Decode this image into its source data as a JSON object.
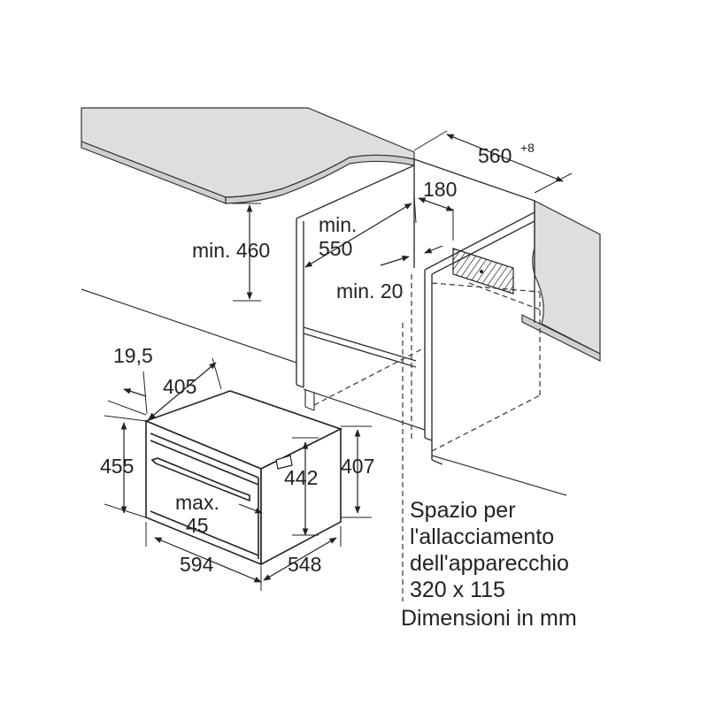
{
  "labels": {
    "w_cabinet": "560",
    "w_cabinet_tol": "+8",
    "gap_top": "180",
    "h_min_460": "min. 460",
    "d_min_550_a": "min.",
    "d_min_550_b": "550",
    "gap_min_20": "min. 20",
    "offset_19_5": "19,5",
    "h_405": "405",
    "h_455": "455",
    "h_442": "442",
    "h_407": "407",
    "max_a": "max.",
    "max_b": "45",
    "w_594": "594",
    "d_548": "548"
  },
  "note": {
    "line1": "Spazio per",
    "line2": "l'allacciamento",
    "line3": "dell'apparecchio",
    "line4": "320 x 115",
    "line5": "Dimensioni in mm"
  }
}
